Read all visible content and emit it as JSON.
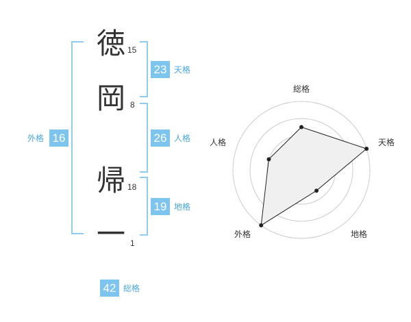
{
  "name": {
    "characters": [
      {
        "char": "徳",
        "strokes": "15"
      },
      {
        "char": "岡",
        "strokes": "8"
      },
      {
        "char": "帰",
        "strokes": "18"
      },
      {
        "char": "一",
        "strokes": "1"
      }
    ]
  },
  "fortunes": {
    "tenkaku": {
      "value": "23",
      "label": "天格"
    },
    "jinkaku": {
      "value": "26",
      "label": "人格"
    },
    "chikaku": {
      "value": "19",
      "label": "地格"
    },
    "gaikaku": {
      "value": "16",
      "label": "外格"
    },
    "soukaku": {
      "value": "42",
      "label": "総格"
    }
  },
  "radar": {
    "axes": [
      "総格",
      "天格",
      "地格",
      "外格",
      "人格"
    ],
    "levels": 4,
    "values": [
      2.5,
      4.0,
      1.5,
      4.0,
      2.0
    ],
    "max": 4.0
  },
  "colors": {
    "accent": "#8fcdf0",
    "badge": "#7dc4ee",
    "label": "#4aa8e0",
    "radar_fill": "#f0f0f0",
    "radar_ring": "#cccccc",
    "radar_line": "#222222"
  }
}
